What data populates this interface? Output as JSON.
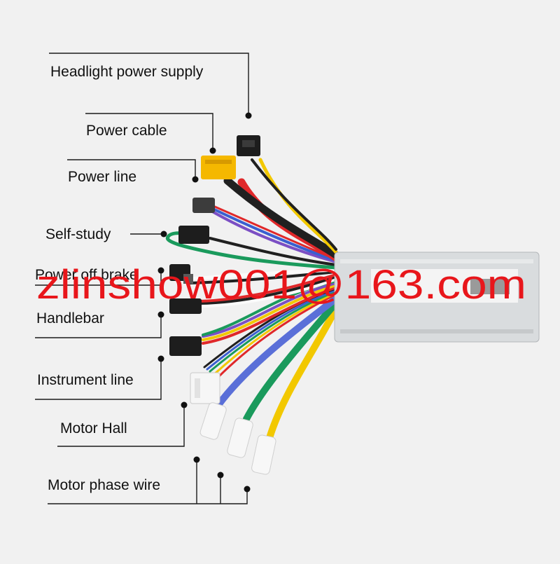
{
  "labels": {
    "headlight": "Headlight power supply",
    "power_cable": "Power cable",
    "power_line": "Power line",
    "self_study": "Self-study",
    "power_off_brake": "Power off brake",
    "handlebar": "Handlebar",
    "instrument_line": "Instrument line",
    "motor_hall": "Motor Hall",
    "motor_phase": "Motor phase wire"
  },
  "watermark": "zlinshow001@163.com",
  "colors": {
    "background": "#f1f1f1",
    "watermark": "#e8161b",
    "controller_body": "#d9dcde",
    "wire_red": "#e0282a",
    "wire_yellow": "#f2c800",
    "wire_green": "#1a9a5c",
    "wire_blue": "#3a5fd0",
    "wire_purple": "#7b4fc4",
    "wire_black": "#202020",
    "wire_white": "#fafafa",
    "connector_black": "#1d1d1d",
    "connector_yellow": "#f5b800"
  }
}
